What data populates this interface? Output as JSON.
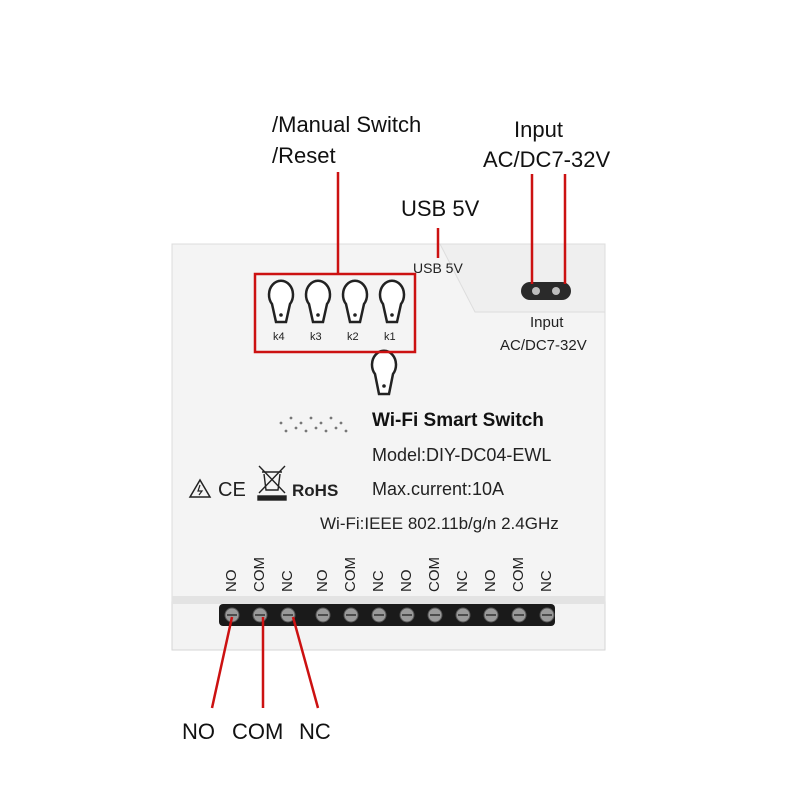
{
  "callouts": {
    "manual_switch_line1": "/Manual Switch",
    "manual_switch_line2": "/Reset",
    "usb": "USB 5V",
    "input_line1": "Input",
    "input_line2": "AC/DC7-32V",
    "bottom_no": "NO",
    "bottom_com": "COM",
    "bottom_nc": "NC"
  },
  "device": {
    "usb_label": "USB 5V",
    "input_label_line1": "Input",
    "input_label_line2": "AC/DC7-32V",
    "title": "Wi-Fi Smart Switch",
    "model": "Model:DIY-DC04-EWL",
    "max_current": "Max.current:10A",
    "wifi": "Wi-Fi:IEEE 802.11b/g/n 2.4GHz",
    "ce_mark": "CE",
    "rohs_mark": "RoHS",
    "buttons": [
      "k4",
      "k3",
      "k2",
      "k1"
    ],
    "terminal_groups": [
      [
        "NO",
        "COM",
        "NC"
      ],
      [
        "NO",
        "COM",
        "NC"
      ],
      [
        "NO",
        "COM",
        "NC"
      ],
      [
        "NO",
        "COM",
        "NC"
      ]
    ]
  },
  "colors": {
    "callout_line": "#cc1111",
    "body": "#f4f4f4",
    "edge": "#d8d8d8",
    "terminal_strip": "#1a1a1a"
  }
}
